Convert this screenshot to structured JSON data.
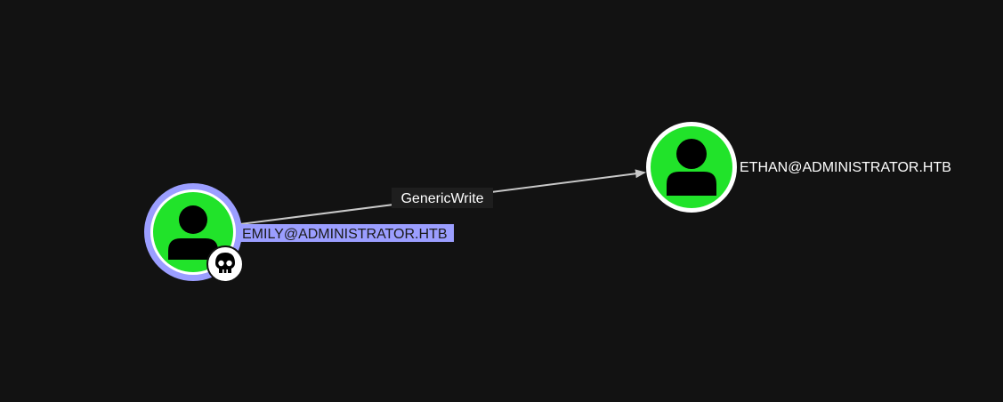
{
  "graph": {
    "edge": {
      "label": "GenericWrite",
      "color": "#c8c8c8",
      "label_bg": "#1e1e1e",
      "label_color": "#ffffff"
    },
    "source_node": {
      "label": "EMILY@ADMINISTRATOR.HTB",
      "icon": "user-icon",
      "badge_icon": "skull-icon",
      "selected": true,
      "fill": "#21e32a",
      "ring_color": "#9b9eff",
      "label_bg": "#9b9eff",
      "label_color": "#1a1a1a"
    },
    "target_node": {
      "label": "ETHAN@ADMINISTRATOR.HTB",
      "icon": "user-icon",
      "selected": false,
      "fill": "#21e32a",
      "ring_color": "#ffffff",
      "label_color": "#ffffff"
    }
  }
}
